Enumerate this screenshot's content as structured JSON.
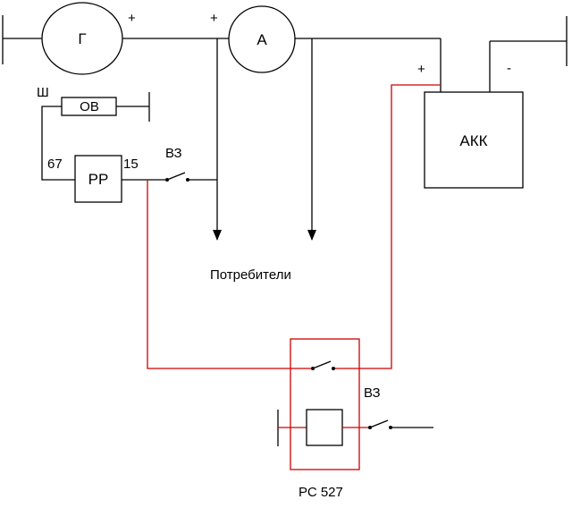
{
  "colors": {
    "wire": "#000000",
    "signal_wire": "#cc0000",
    "background": "#ffffff"
  },
  "generator": {
    "label": "Г",
    "plus": "+"
  },
  "ammeter": {
    "label": "А",
    "plus": "+"
  },
  "battery": {
    "label": "АКК",
    "plus": "+",
    "minus": "-"
  },
  "field_winding": {
    "label": "ОВ",
    "terminal": "Ш"
  },
  "regulator": {
    "label": "РР",
    "terminal_left": "67",
    "terminal_right": "15"
  },
  "ignition_switch": {
    "label": "ВЗ"
  },
  "consumers": {
    "label": "Потребители"
  },
  "relay": {
    "label": "РС 527",
    "switch_label": "ВЗ"
  }
}
